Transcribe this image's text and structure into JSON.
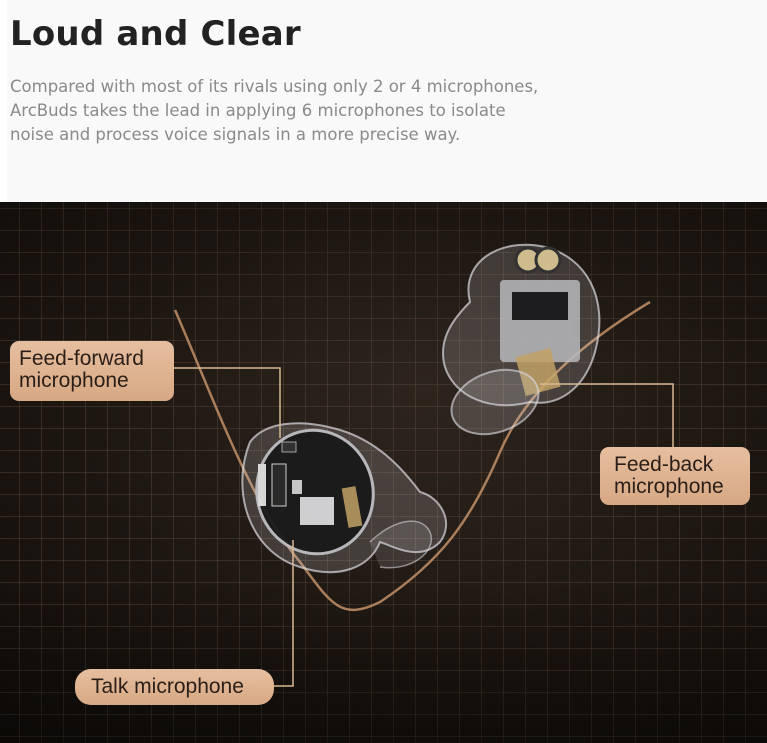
{
  "header": {
    "title": "Loud and Clear",
    "description_lines": [
      "Compared with most of its rivals using only 2 or 4 microphones,",
      "ArcBuds takes the lead in applying 6 microphones to isolate",
      "noise and process voice signals in a more precise way."
    ]
  },
  "hero": {
    "image_description": "Two transparent earbuds with visible internal components on a dark brown grid background",
    "callouts": [
      {
        "id": "feed-forward",
        "lines": [
          "Feed-forward",
          "microphone"
        ]
      },
      {
        "id": "feed-back",
        "lines": [
          "Feed-back",
          "microphone"
        ]
      },
      {
        "id": "talk",
        "lines": [
          "Talk microphone"
        ]
      }
    ]
  },
  "colors": {
    "title": "#222222",
    "description": "#8a8a8a",
    "callout_bg": "#dcae8b",
    "callout_text": "#2a1f18",
    "leader_line": "#d9b892",
    "cable": "#b98a63",
    "hero_bg": "#1d1712"
  }
}
